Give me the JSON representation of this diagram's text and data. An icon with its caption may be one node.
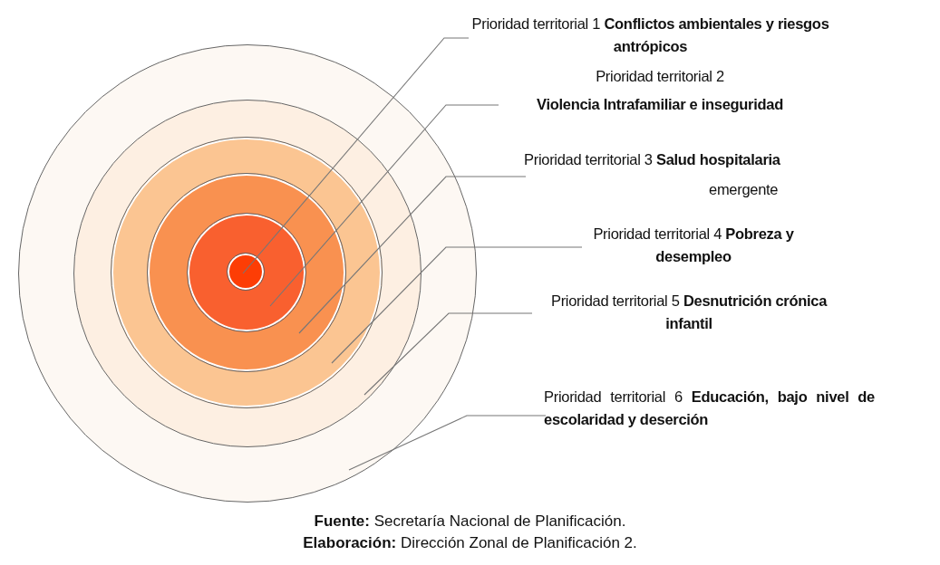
{
  "diagram": {
    "caption": "**Fuente:** Secretaría Nacional de Planificación.",
    "nodes": [
      {
        "text": [],
        "shape": "circle"
      },
      {
        "text": [],
        "shape": "circle",
        "in": 0
      },
      {
        "text": [],
        "shape": "circle",
        "in": 1
      },
      {
        "text": [],
        "shape": "circle",
        "in": 2
      },
      {
        "text": [],
        "shape": "circle",
        "in": 3
      },
      {
        "text": [],
        "shape": "circle",
        "in": 4
      },
      {
        "text": [
          "Prioridad territorial 1",
          "Conflictos ambientales y riesgos antrópicos"
        ]
      },
      {
        "text": [
          "Prioridad territorial 2",
          "**Violencia Intrafamiliar** e **inseguridad**"
        ]
      },
      {
        "text": [
          "Prioridad territorial 3",
          "Salud hospitalaria",
          "emergente"
        ]
      },
      {
        "text": [
          "Prioridad territorial 4",
          "Pobreza y desempleo"
        ]
      },
      {
        "text": [
          "Prioridad territorial 5",
          "Desnutrición crónica infantil"
        ]
      },
      {
        "text": [
          "Prioridad territorial 6",
          "Educación, bajo nivel de escolaridad y deserción"
        ]
      }
    ],
    "edges": [
      {
        "from": 6,
        "to": 5,
        "arrow": "none"
      },
      {
        "from": 7,
        "to": 4,
        "arrow": "none"
      },
      {
        "from": 8,
        "to": 3,
        "arrow": "none"
      },
      {
        "from": 9,
        "to": 2,
        "arrow": "none"
      },
      {
        "from": 10,
        "to": 1,
        "arrow": "none"
      },
      {
        "from": 11,
        "to": 0,
        "arrow": "none"
      }
    ],
    "labels": [
      "**Elaboración:** Dirección Zonal de Planificación 2."
    ]
  }
}
